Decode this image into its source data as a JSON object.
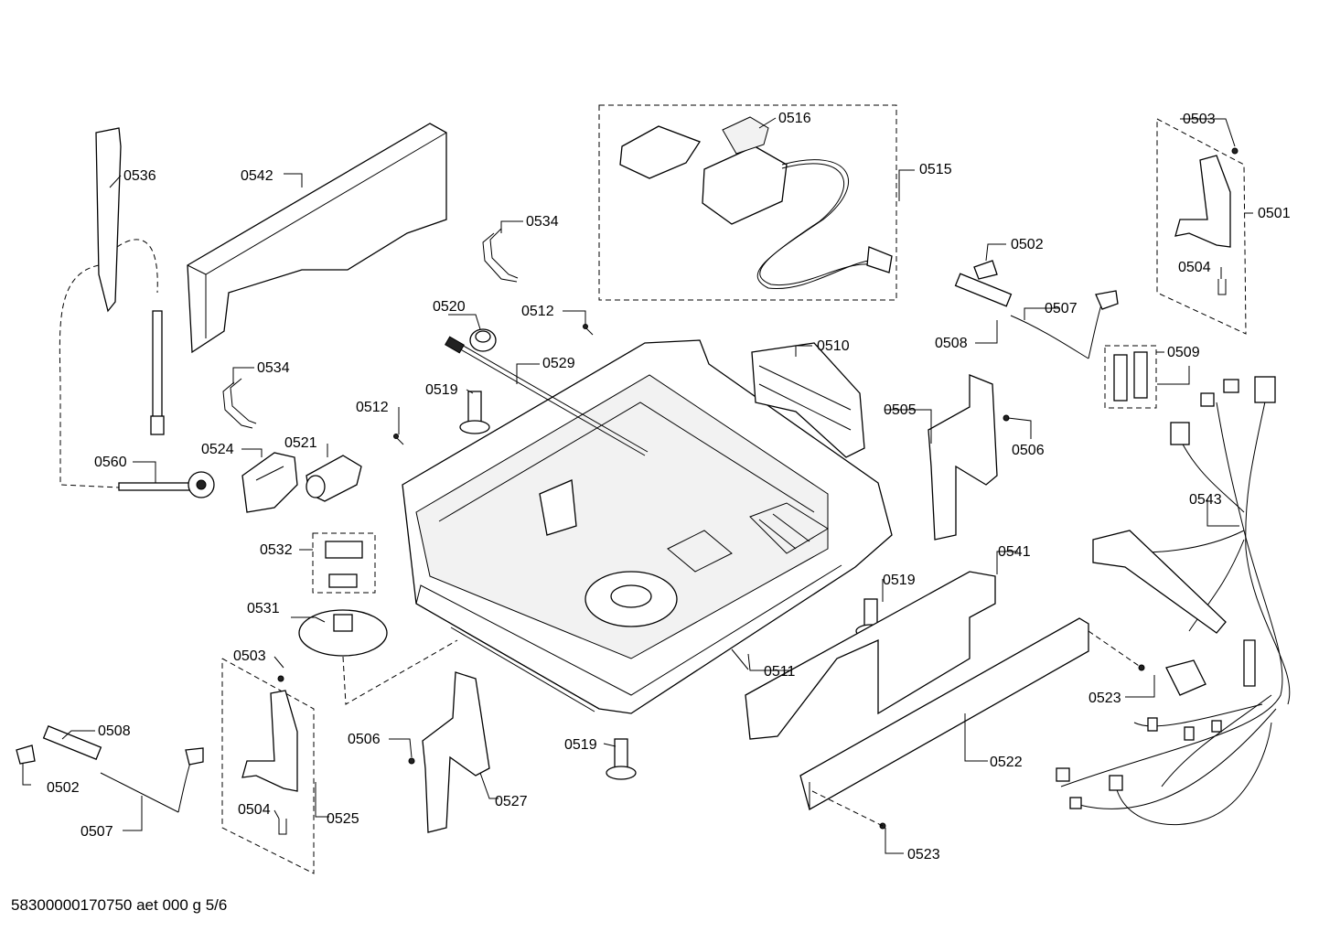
{
  "footer_text": "58300000170750 aet 000 g 5/6",
  "labels": {
    "p0536": "0536",
    "p0542": "0542",
    "p0534a": "0534",
    "p0516": "0516",
    "p0515": "0515",
    "p0503a": "0503",
    "p0501": "0501",
    "p0502a": "0502",
    "p0504a": "0504",
    "p0520": "0520",
    "p0512a": "0512",
    "p0529": "0529",
    "p0534b": "0534",
    "p0519a": "0519",
    "p0512b": "0512",
    "p0510": "0510",
    "p0508a": "0508",
    "p0507a": "0507",
    "p0509": "0509",
    "p0505": "0505",
    "p0506a": "0506",
    "p0560": "0560",
    "p0524": "0524",
    "p0521": "0521",
    "p0543": "0543",
    "p0532": "0532",
    "p0541": "0541",
    "p0519b": "0519",
    "p0531": "0531",
    "p0503b": "0503",
    "p0511": "0511",
    "p0523a": "0523",
    "p0508b": "0508",
    "p0506b": "0506",
    "p0519c": "0519",
    "p0522": "0522",
    "p0502b": "0502",
    "p0527": "0527",
    "p0525": "0525",
    "p0504b": "0504",
    "p0507b": "0507",
    "p0523b": "0523"
  }
}
